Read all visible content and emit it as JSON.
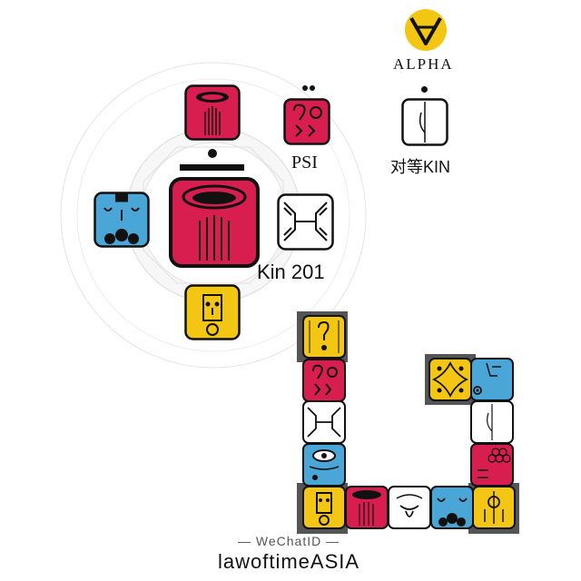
{
  "colors": {
    "red": "#d81e4f",
    "blue": "#4aa6d6",
    "yellow": "#f3c614",
    "white": "#ffffff",
    "gray": "#555555",
    "ink": "#111111"
  },
  "alpha": {
    "label": "ALPHA"
  },
  "oracle": {
    "psi_label": "PSI",
    "equal_kin_label": "对等KIN",
    "kin_label": "Kin 201"
  },
  "footer": {
    "wechat_label": "— WeChatID —",
    "account": "lawoftimeASIA"
  }
}
